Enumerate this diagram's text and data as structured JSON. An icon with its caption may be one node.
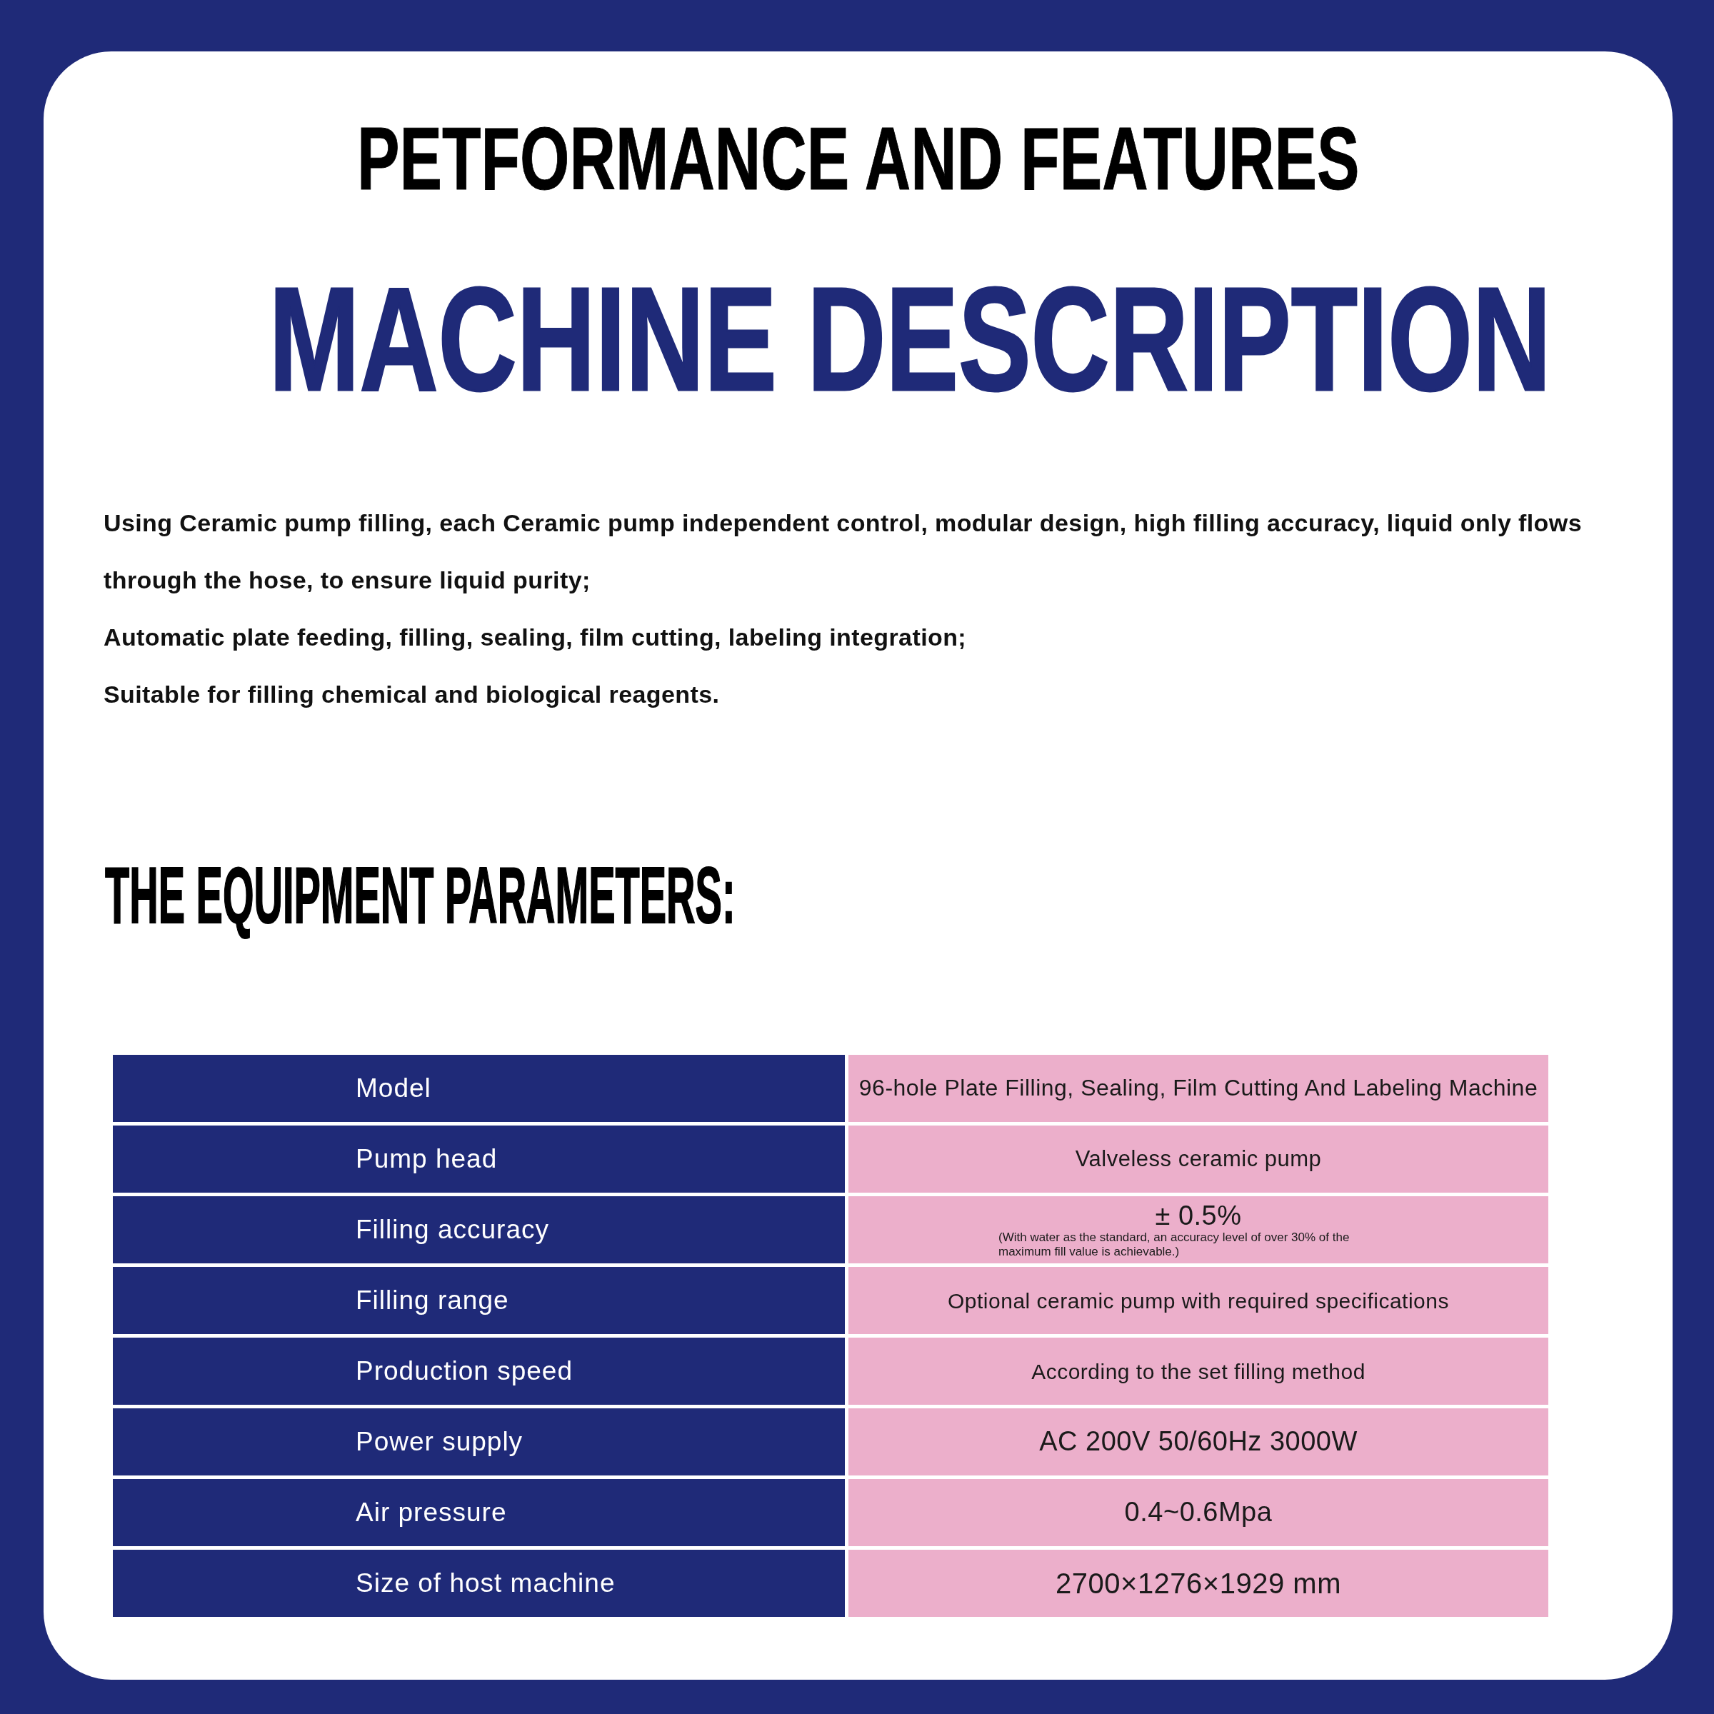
{
  "diagram": {
    "labels": [
      "PETFORMANCE AND FEATURES",
      "MACHINE DESCRIPTION",
      "Using Ceramic pump filling, each Ceramic pump independent control, modular design, high filling accuracy, liquid only flows through the hose, to ensure liquid purity;",
      "Automatic plate feeding, filling, sealing, film cutting, labeling integration;",
      "Suitable for filling chemical and biological reagents.",
      "THE EQUIPMENT PARAMETERS:",
      "Model",
      "96-hole Plate Filling, Sealing, Film Cutting And Labeling Machine",
      "Pump head",
      "Valveless ceramic pump",
      "Filling accuracy",
      "± 0.5%",
      "(With water as the standard, an accuracy level of over 30% of the maximum fill value is achievable.)",
      "Filling range",
      "Optional ceramic pump with required specifications",
      "Production speed",
      "According to the set filling method",
      "Power supply",
      "AC 200V 50/60Hz   3000W",
      "Air pressure",
      "0.4~0.6Mpa",
      "Size of host machine",
      "2700×1276×1929 mm"
    ]
  }
}
